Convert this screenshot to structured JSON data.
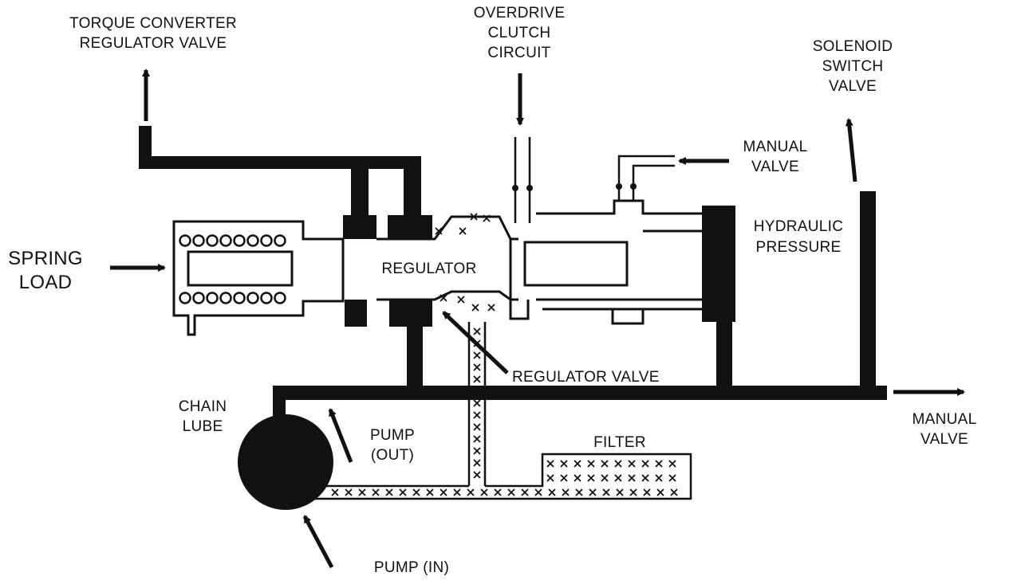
{
  "diagram": {
    "labels": {
      "torque_converter": [
        "TORQUE CONVERTER",
        "REGULATOR  VALVE"
      ],
      "overdrive": [
        "OVERDRIVE",
        "CLUTCH",
        "CIRCUIT"
      ],
      "solenoid": [
        "SOLENOID",
        "SWITCH",
        "VALVE"
      ],
      "manual_valve_top": [
        "MANUAL",
        "VALVE"
      ],
      "hydraulic": [
        "HYDRAULIC",
        "PRESSURE"
      ],
      "spring_load": [
        "SPRING",
        "LOAD"
      ],
      "regulator": "REGULATOR",
      "regulator_valve": "REGULATOR VALVE",
      "chain_lube": [
        "CHAIN",
        "LUBE"
      ],
      "pump_out": [
        "PUMP",
        "(OUT)"
      ],
      "filter": "FILTER",
      "manual_valve_right": [
        "MANUAL",
        "VALVE"
      ],
      "pump_in": "PUMP (IN)"
    },
    "colors": {
      "ink": "#111111",
      "paper": "#ffffff"
    }
  }
}
